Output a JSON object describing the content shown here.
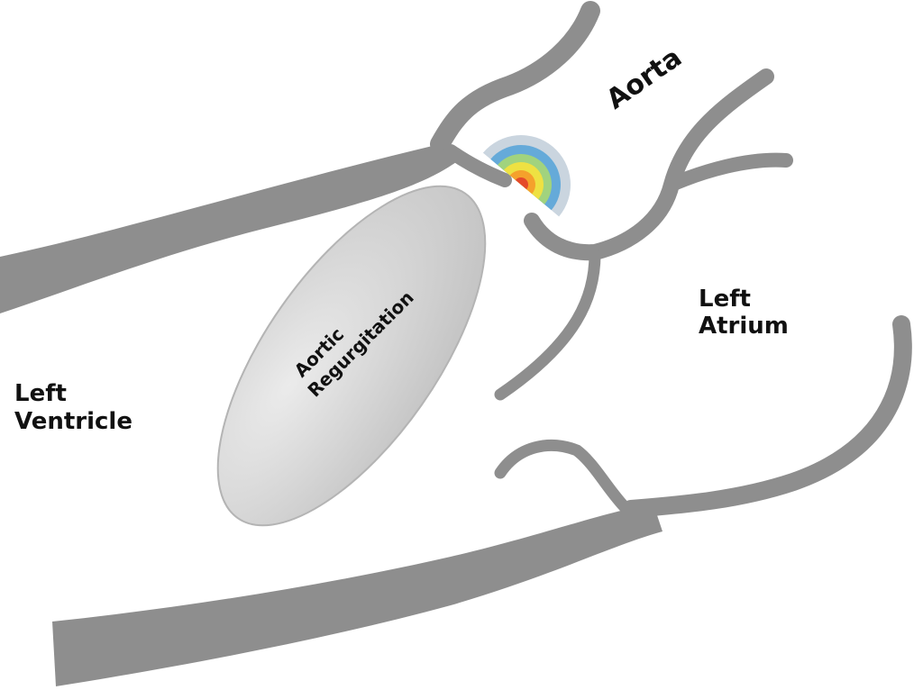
{
  "labels": {
    "aorta": "Aorta",
    "left_atrium": [
      "Left",
      "Atrium"
    ],
    "left_ventricle": [
      "Left",
      "Ventricle"
    ],
    "jet": [
      "Aortic",
      "Regurgitation"
    ]
  },
  "colors": {
    "tissue": "#8e8e8e",
    "jet_fill": "#d2d2d2",
    "jet_edge": "#b4b4b4",
    "label_text": "#111111",
    "flow_rings": [
      "#9fb2c4",
      "#5aa5d8",
      "#a7d773",
      "#f6e23c",
      "#f59a2a",
      "#e2402b"
    ]
  }
}
